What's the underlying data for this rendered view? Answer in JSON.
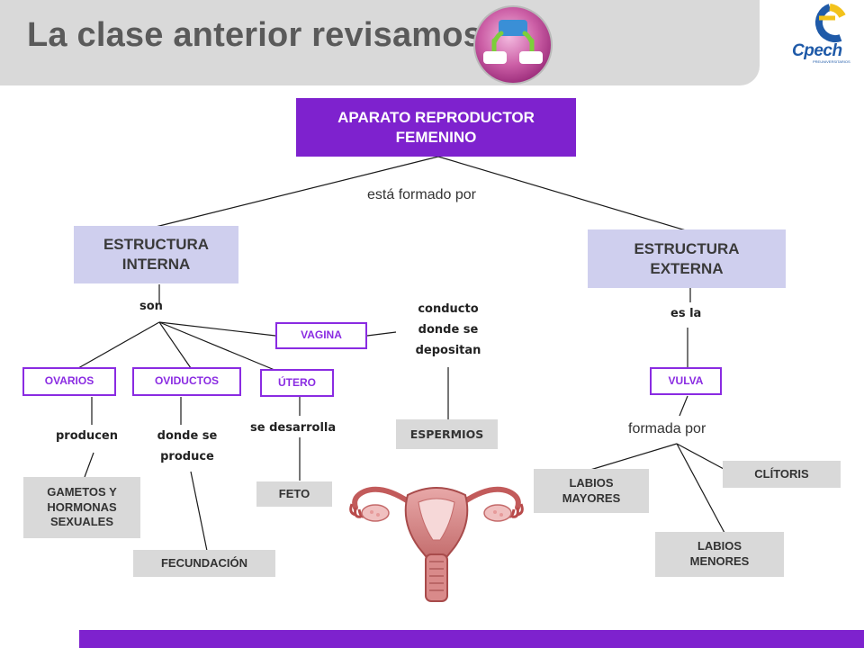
{
  "header": {
    "title": "La clase anterior revisamos",
    "bar_color": "#d9d9d9",
    "orb_icon": "concept-map-icon"
  },
  "logo": {
    "text": "Cpech",
    "subtext": "PREUNIVERSITARIOS"
  },
  "colors": {
    "main_purple": "#7e22ce",
    "structure_fill": "#cfcfee",
    "box_border": "#8a2be2",
    "gray_box": "#d9d9d9"
  },
  "concept_map": {
    "root": "APARATO REPRODUCTOR FEMENINO",
    "root_link": "está formado por",
    "internal": {
      "label": "ESTRUCTURA INTERNA",
      "link": "son",
      "vagina": "VAGINA",
      "vagina_link": "conducto donde se depositan",
      "espermios": "ESPERMIOS",
      "ovarios": "OVARIOS",
      "ovarios_link": "producen",
      "gametos": "GAMETOS Y HORMONAS SEXUALES",
      "oviductos": "OVIDUCTOS",
      "oviductos_link": "donde se produce",
      "fecundacion": "FECUNDACIÓN",
      "utero": "ÚTERO",
      "utero_link": "se desarrolla",
      "feto": "FETO"
    },
    "external": {
      "label": "ESTRUCTURA EXTERNA",
      "link": "es la",
      "vulva": "VULVA",
      "vulva_link": "formada por",
      "labios_mayores": "LABIOS MAYORES",
      "labios_menores": "LABIOS MENORES",
      "clitoris": "CLÍTORIS"
    }
  },
  "illustration": "uterus-illustration",
  "footer_bar_color": "#7e22ce"
}
